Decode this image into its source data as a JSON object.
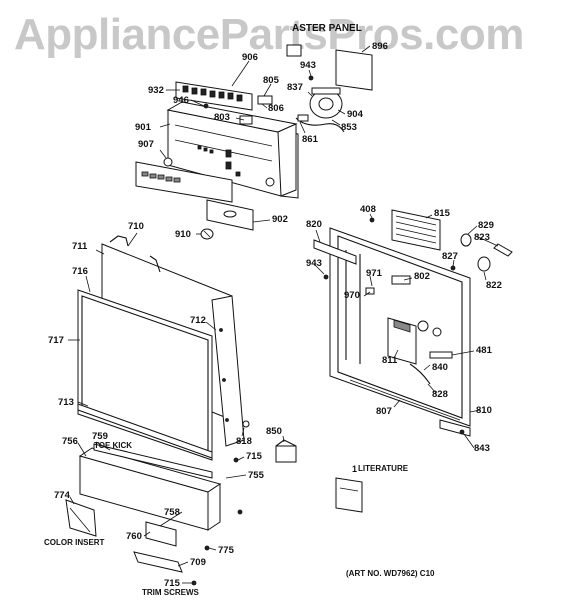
{
  "watermark": "AppliancePartsPros.com",
  "header_fragment": "ASTER PANEL",
  "art_number": "(ART NO. WD7962) C10",
  "captions": {
    "toe_kick": "TOE KICK",
    "color_insert": "COLOR INSERT",
    "trim_screws": "TRIM SCREWS",
    "literature": "LITERATURE"
  },
  "callouts": [
    {
      "id": "906",
      "label": "906"
    },
    {
      "id": "932",
      "label": "932"
    },
    {
      "id": "946",
      "label": "946"
    },
    {
      "id": "805",
      "label": "805"
    },
    {
      "id": "806",
      "label": "806"
    },
    {
      "id": "803",
      "label": "803"
    },
    {
      "id": "901",
      "label": "901"
    },
    {
      "id": "907",
      "label": "907"
    },
    {
      "id": "943a",
      "label": "943"
    },
    {
      "id": "837",
      "label": "837"
    },
    {
      "id": "904",
      "label": "904"
    },
    {
      "id": "853",
      "label": "853"
    },
    {
      "id": "861",
      "label": "861"
    },
    {
      "id": "896",
      "label": "896"
    },
    {
      "id": "910",
      "label": "910"
    },
    {
      "id": "902",
      "label": "902"
    },
    {
      "id": "710",
      "label": "710"
    },
    {
      "id": "711",
      "label": "711"
    },
    {
      "id": "716",
      "label": "716"
    },
    {
      "id": "717",
      "label": "717"
    },
    {
      "id": "712",
      "label": "712"
    },
    {
      "id": "713",
      "label": "713"
    },
    {
      "id": "818",
      "label": "818"
    },
    {
      "id": "759",
      "label": "759"
    },
    {
      "id": "756",
      "label": "756"
    },
    {
      "id": "715a",
      "label": "715"
    },
    {
      "id": "755",
      "label": "755"
    },
    {
      "id": "774",
      "label": "774"
    },
    {
      "id": "758",
      "label": "758"
    },
    {
      "id": "760",
      "label": "760"
    },
    {
      "id": "775",
      "label": "775"
    },
    {
      "id": "709",
      "label": "709"
    },
    {
      "id": "715b",
      "label": "715"
    },
    {
      "id": "850",
      "label": "850"
    },
    {
      "id": "820",
      "label": "820"
    },
    {
      "id": "408",
      "label": "408"
    },
    {
      "id": "815",
      "label": "815"
    },
    {
      "id": "829",
      "label": "829"
    },
    {
      "id": "823",
      "label": "823"
    },
    {
      "id": "943b",
      "label": "943"
    },
    {
      "id": "971",
      "label": "971"
    },
    {
      "id": "802",
      "label": "802"
    },
    {
      "id": "827",
      "label": "827"
    },
    {
      "id": "822",
      "label": "822"
    },
    {
      "id": "970",
      "label": "970"
    },
    {
      "id": "811",
      "label": "811"
    },
    {
      "id": "481",
      "label": "481"
    },
    {
      "id": "840",
      "label": "840"
    },
    {
      "id": "828",
      "label": "828"
    },
    {
      "id": "807",
      "label": "807"
    },
    {
      "id": "810",
      "label": "810"
    },
    {
      "id": "843",
      "label": "843"
    },
    {
      "id": "lit",
      "label": "1"
    }
  ]
}
